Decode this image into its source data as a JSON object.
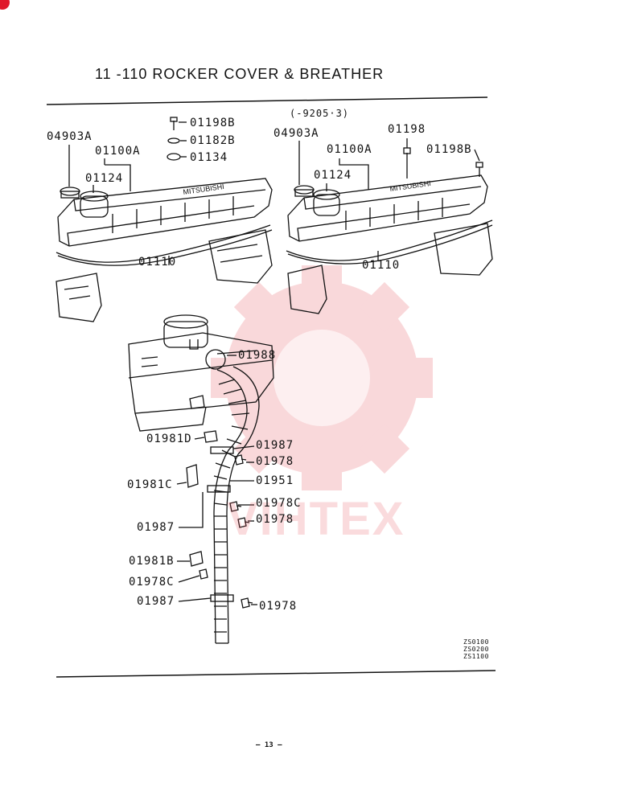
{
  "title": "11 -110  ROCKER COVER & BREATHER",
  "serial_note": "(-9205·3)",
  "watermark": {
    "text": "VIHTEX",
    "color": "#e8505b"
  },
  "codes": [
    "ZS0100",
    "ZS0200",
    "ZS1100"
  ],
  "page_number": "– 13 –",
  "labels": {
    "l_04903A_left": "04903A",
    "l_01100A_left": "01100A",
    "l_01124_left": "01124",
    "l_01198B_top": "01198B",
    "l_01182B": "01182B",
    "l_01134": "01134",
    "l_01110_left": "01110",
    "l_04903A_right": "04903A",
    "l_01100A_right": "01100A",
    "l_01124_right": "01124",
    "l_01198": "01198",
    "l_01198B_right": "01198B",
    "l_01110_right": "01110",
    "l_01988": "01988",
    "l_01981D": "01981D",
    "l_01987_a": "01987",
    "l_01978_a": "01978",
    "l_01981C": "01981C",
    "l_01951": "01951",
    "l_01978C_a": "01978C",
    "l_01987_b": "01987",
    "l_01978_b": "01978",
    "l_01981B": "01981B",
    "l_01978C_b": "01978C",
    "l_01987_c": "01987",
    "l_01978_c": "01978"
  }
}
